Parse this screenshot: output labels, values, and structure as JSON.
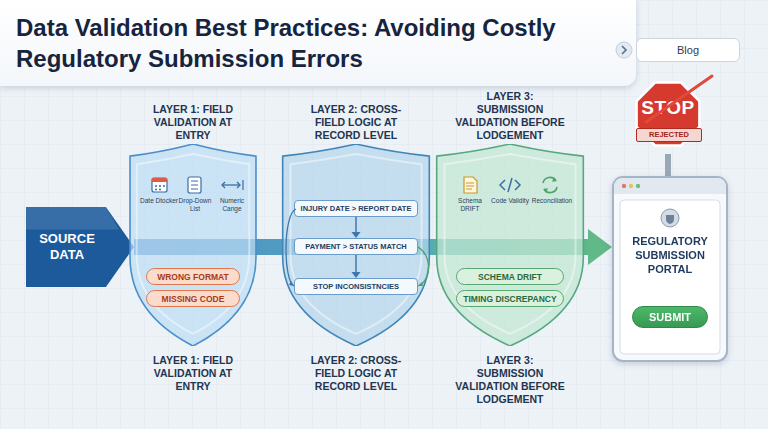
{
  "diagram": {
    "title": "Data Validation Best Practices: Avoiding Costly Regulatory Submission Errors",
    "nodes": [
      {
        "text": [
          "Blog"
        ]
      },
      {
        "text": [
          "SOURCE DATA"
        ]
      },
      {
        "text": [
          "LAYER 1: FIELD VALIDATION AT ENTRY"
        ]
      },
      {
        "text": [
          "WRONG FORMAT"
        ],
        "in": 2
      },
      {
        "text": [
          "MISSING CODE"
        ],
        "in": 2
      },
      {
        "text": [
          "LAYER 2: CROSS-FIELD LOGIC AT RECORD LEVEL"
        ]
      },
      {
        "text": [
          "INJURY DATE > REPORT DATE"
        ],
        "in": 5
      },
      {
        "text": [
          "PAYMENT > STATUS MATCH"
        ],
        "in": 5
      },
      {
        "text": [
          "STOP INCONSISTNCIES"
        ],
        "in": 5
      },
      {
        "text": [
          "LAYER 3: SUBMISSION VALIDATION BEFORE LODGEMENT"
        ]
      },
      {
        "text": [
          "SCHEMA DRIFT"
        ],
        "in": 9
      },
      {
        "text": [
          "TIMING DISCREPANCY"
        ],
        "in": 9
      },
      {
        "text": [
          "STOP",
          "REJECTED"
        ]
      },
      {
        "text": [
          "REGULATORY SUBMISSION PORTAL"
        ]
      },
      {
        "text": [
          "SUBMIT"
        ],
        "in": 13
      }
    ],
    "edges": [
      {
        "from": 1,
        "to": 13,
        "arrow": "to"
      },
      {
        "from": 6,
        "to": 7,
        "arrow": "to"
      },
      {
        "from": 7,
        "to": 8,
        "arrow": "to"
      }
    ],
    "labels": [
      "Date Dtocker",
      "Drop-Down List",
      "Numeric Cange",
      "Schema DRIFT",
      "Code Validity",
      "Reconciliation",
      "LAYER 1: FIELD VALIDATION AT ENTRY",
      "LAYER 2: CROSS-FIELD LOGIC AT RECORD LEVEL",
      "LAYER 3: SUBMISSION VALIDATION BEFORE LODGEMENT"
    ]
  }
}
